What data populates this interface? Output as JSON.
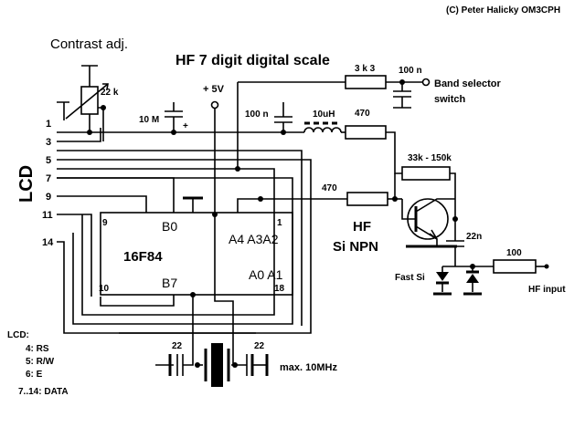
{
  "copyright": "(C) Peter Halicky OM3CPH",
  "title": "HF 7 digit digital scale",
  "contrast_label": "Contrast adj.",
  "lcd_label": "LCD",
  "supply_label": "+ 5V",
  "chip": {
    "name": "16F84",
    "b0": "B0",
    "b7": "B7",
    "a4a3a2": "A4 A3A2",
    "a0a1": "A0 A1",
    "pin1": "1",
    "pin9": "9",
    "pin10": "10",
    "pin18": "18"
  },
  "lcd_pins": [
    "1",
    "3",
    "5",
    "7",
    "9",
    "11",
    "14"
  ],
  "components": {
    "pot": "22 k",
    "cap_10m": "10 M",
    "cap_100n_top": "100 n",
    "res_3k3": "3 k 3",
    "cap_100n_right": "100 n",
    "inductor": "10uH",
    "res_470_top": "470",
    "res_470_mid": "470",
    "res_bias": "33k - 150k",
    "cap_22n": "22n",
    "res_100": "100",
    "cap_22_left": "22",
    "cap_22_right": "22"
  },
  "labels": {
    "band_selector": "Band selector",
    "switch": "switch",
    "hf": "HF",
    "si_npn": "Si NPN",
    "fast_si": "Fast Si",
    "hf_input": "HF input",
    "crystal": "max. 10MHz"
  },
  "legend": {
    "heading": "LCD:",
    "lines": [
      "4:  RS",
      "5:  R/W",
      "6:  E",
      "7..14:  DATA"
    ]
  }
}
